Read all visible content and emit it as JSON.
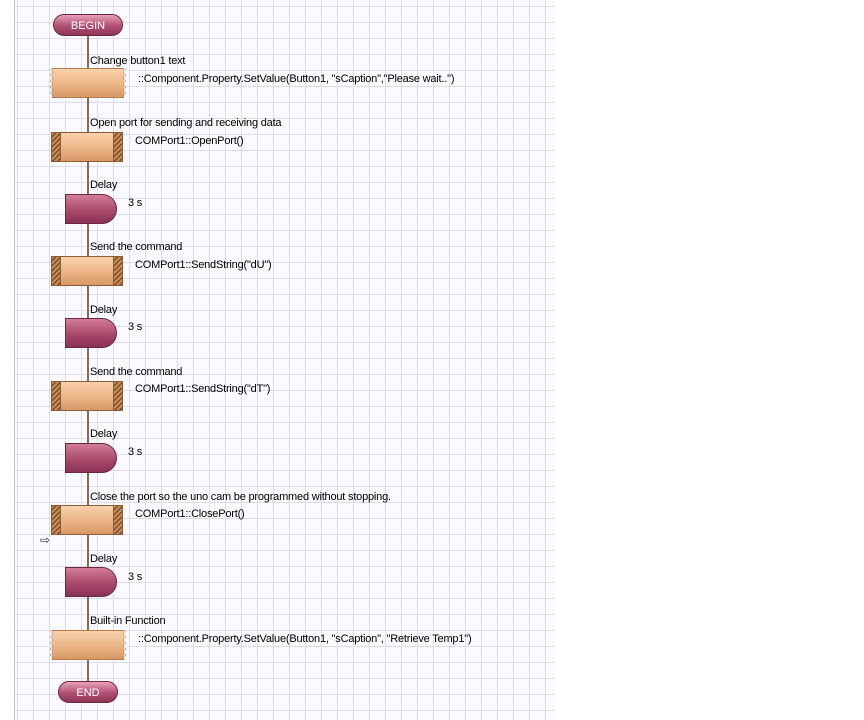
{
  "flowchart": {
    "begin_label": "BEGIN",
    "end_label": "END",
    "steps": [
      {
        "type": "calculation",
        "title": "Change button1 text",
        "command": "::Component.Property.SetValue(Button1, \"sCaption\",\"Please wait..\")"
      },
      {
        "type": "component-macro",
        "title": "Open port for sending and receiving data",
        "command": "COMPort1::OpenPort()"
      },
      {
        "type": "delay",
        "title": "Delay",
        "command": "3 s"
      },
      {
        "type": "component-macro",
        "title": "Send the command",
        "command": "COMPort1::SendString(\"dU\")"
      },
      {
        "type": "delay",
        "title": "Delay",
        "command": "3 s"
      },
      {
        "type": "component-macro",
        "title": "Send the command",
        "command": "COMPort1::SendString(\"dT\")"
      },
      {
        "type": "delay",
        "title": "Delay",
        "command": "3 s"
      },
      {
        "type": "component-macro",
        "title": "Close the port so the uno cam be programmed without stopping.",
        "command": "COMPort1::ClosePort()"
      },
      {
        "type": "delay",
        "title": "Delay",
        "command": "3 s"
      },
      {
        "type": "calculation",
        "title": "Built-in Function",
        "command": "::Component.Property.SetValue(Button1, \"sCaption\", \"Retrieve Temp1\")"
      }
    ]
  },
  "current_step_marker": "⇨",
  "colors": {
    "terminal": "#b24f72",
    "delay": "#a9496b",
    "box": "#eab485",
    "grid": "#dcdcf0"
  }
}
